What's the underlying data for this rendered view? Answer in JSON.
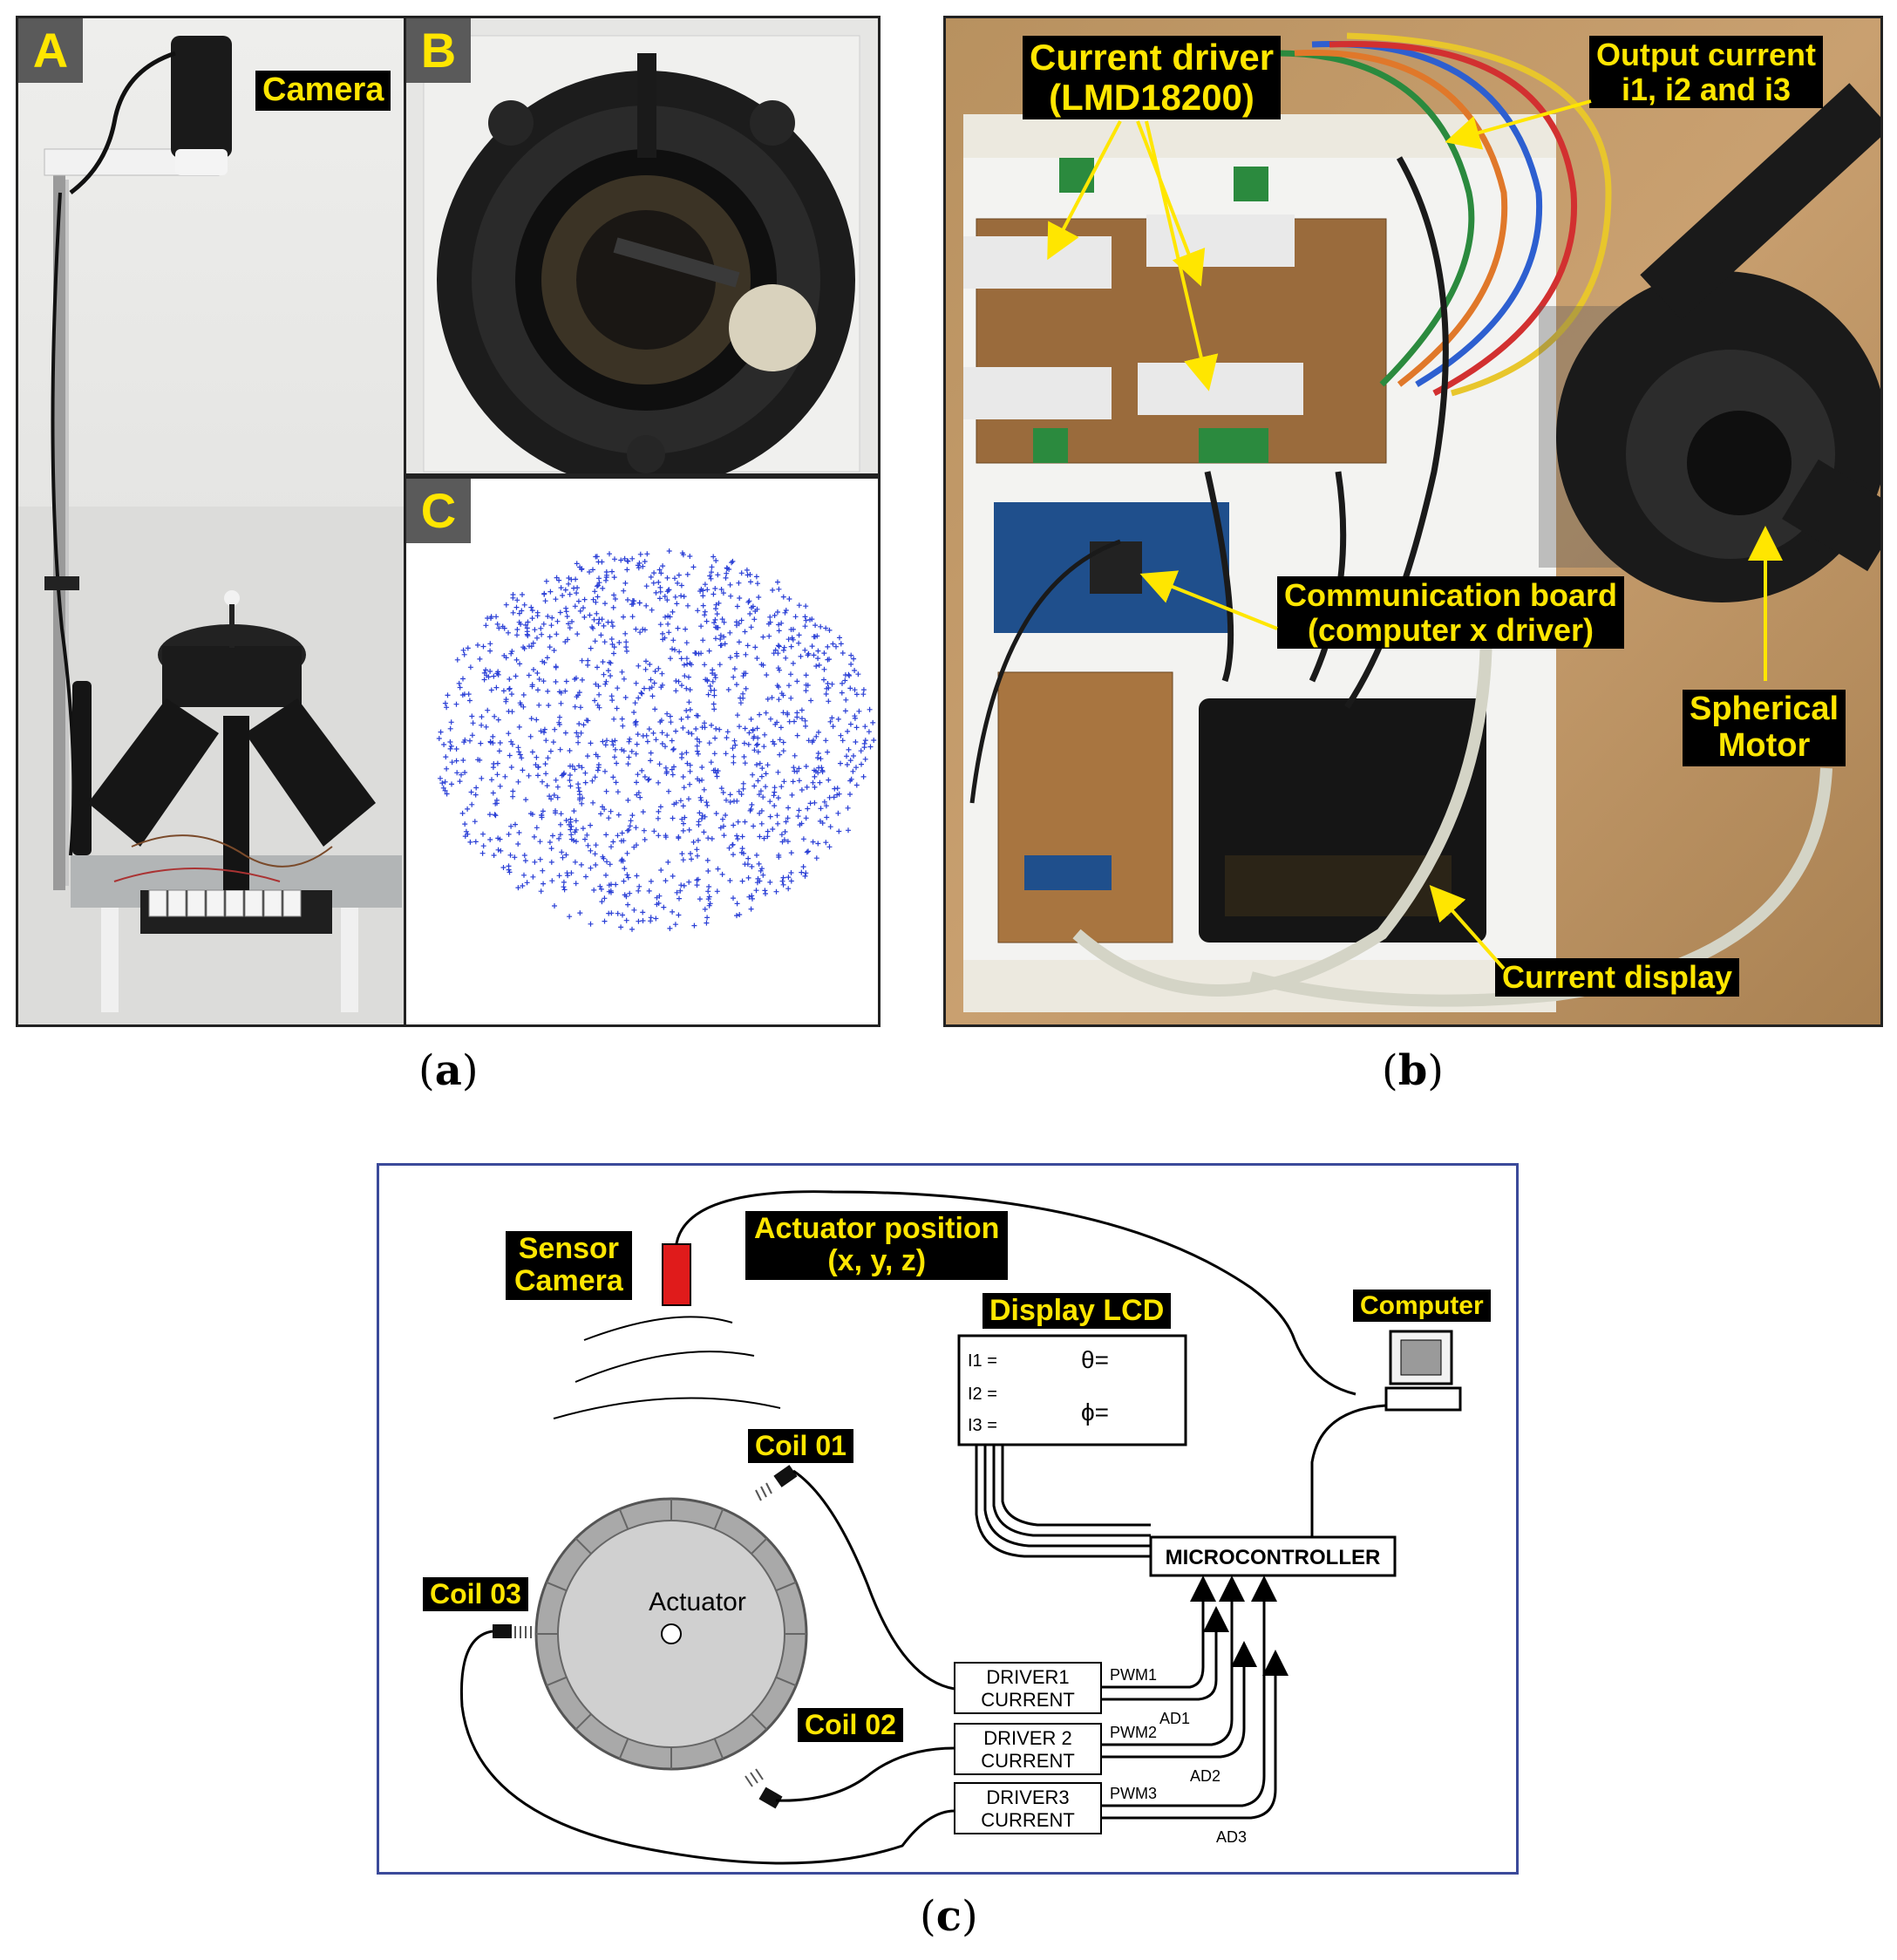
{
  "figure_a": {
    "subpanels": {
      "A": {
        "letter": "A",
        "tag": "Camera"
      },
      "B": {
        "letter": "B"
      },
      "C": {
        "letter": "C"
      }
    },
    "caption": {
      "open": "(",
      "letter": "a",
      "close": ")"
    }
  },
  "figure_b": {
    "labels": {
      "current_driver_line1": "Current driver",
      "current_driver_line2": "(LMD18200)",
      "output_current_line1": "Output current",
      "output_current_line2": "i1, i2 and i3",
      "comm_board_line1": "Communication board",
      "comm_board_line2": "(computer x driver)",
      "spherical_motor_line1": "Spherical",
      "spherical_motor_line2": "Motor",
      "current_display": "Current display"
    },
    "caption": {
      "open": "(",
      "letter": "b",
      "close": ")"
    }
  },
  "figure_c": {
    "labels": {
      "sensor_camera_line1": "Sensor",
      "sensor_camera_line2": "Camera",
      "actuator_position_line1": "Actuator position",
      "actuator_position_line2": "(x, y, z)",
      "display_lcd": "Display LCD",
      "computer": "Computer",
      "coil01": "Coil 01",
      "coil02": "Coil 02",
      "coil03": "Coil 03",
      "actuator": "Actuator",
      "microcontroller": "MICROCONTROLLER",
      "lcd_i1": "I1 =",
      "lcd_i2": "I2 =",
      "lcd_i3": "I3 =",
      "lcd_theta": "θ=",
      "lcd_phi": "ϕ=",
      "driver1_line1": "DRIVER1",
      "driver2_line1": "DRIVER 2",
      "driver3_line1": "DRIVER3",
      "driver_line2": "CURRENT",
      "pwm1": "PWM1",
      "pwm2": "PWM2",
      "pwm3": "PWM3",
      "ad1": "AD1",
      "ad2": "AD2",
      "ad3": "AD3"
    },
    "colors": {
      "frame": "#3b4a9a",
      "sensor": "#e01b1b",
      "label_bg": "#000000",
      "label_fg": "#ffe600"
    },
    "caption": {
      "open": "(",
      "letter": "c",
      "close": ")"
    }
  }
}
